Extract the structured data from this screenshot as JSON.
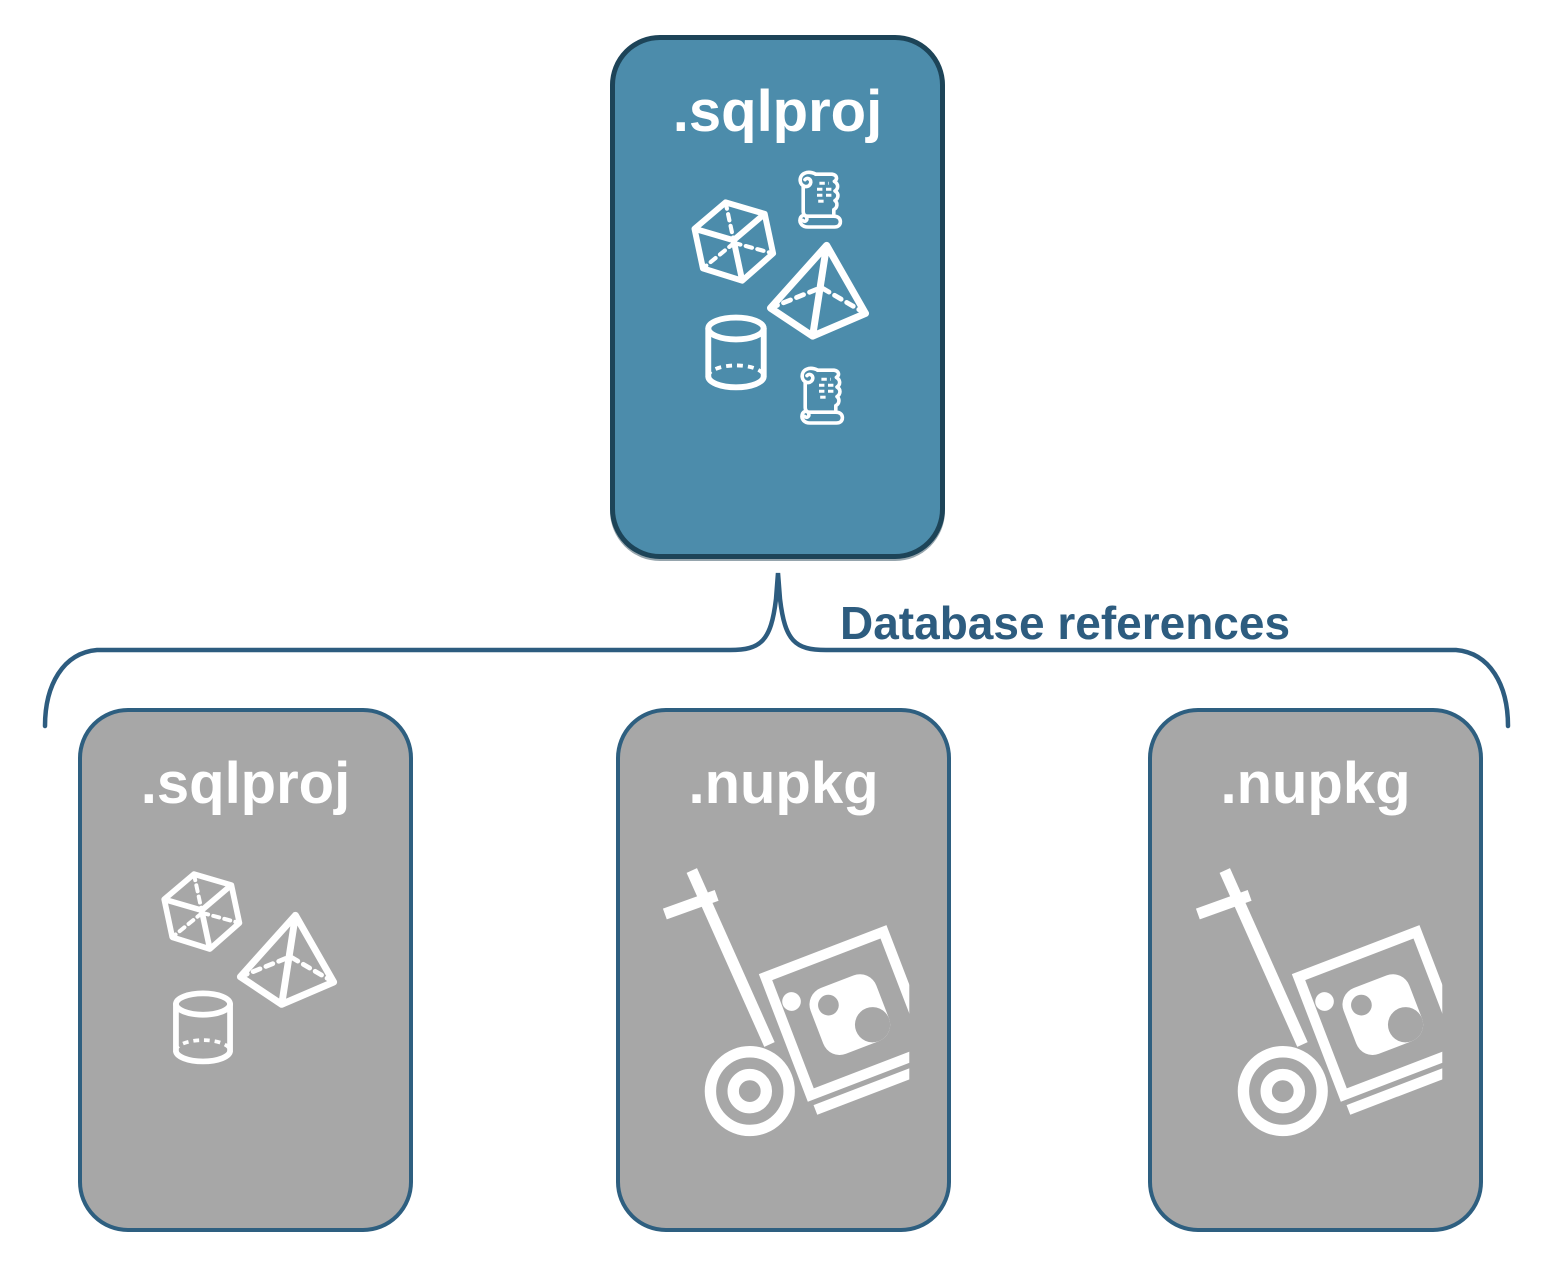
{
  "diagram": {
    "root": {
      "label": ".sqlproj",
      "icons": [
        "cube-icon",
        "script-scroll-icon",
        "pyramid-icon",
        "cylinder-icon",
        "script-scroll-icon"
      ]
    },
    "edge": {
      "label": "Database references"
    },
    "children": [
      {
        "label": ".sqlproj",
        "icons": [
          "cube-icon",
          "pyramid-icon",
          "cylinder-icon"
        ]
      },
      {
        "label": ".nupkg",
        "icons": [
          "nuget-dolly-icon"
        ]
      },
      {
        "label": ".nupkg",
        "icons": [
          "nuget-dolly-icon"
        ]
      }
    ]
  },
  "colors": {
    "root_fill": "#4c8cab",
    "root_border": "#1d4458",
    "child_fill": "#a7a7a7",
    "child_border": "#2e5f80",
    "connector_and_label": "#2d5c7f",
    "icon_stroke": "#ffffff"
  }
}
